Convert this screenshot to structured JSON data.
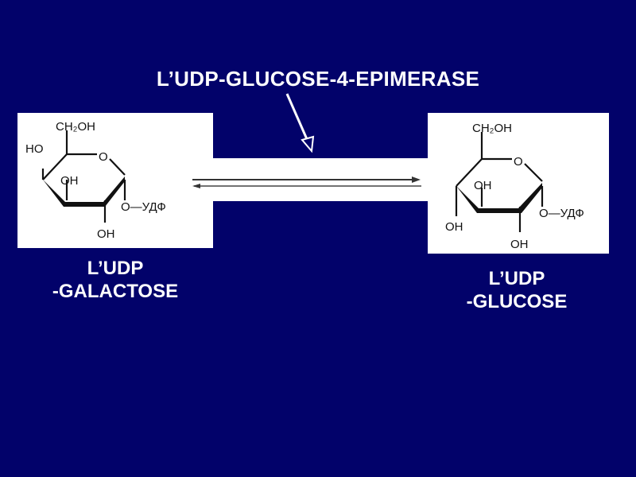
{
  "enzyme_label": "L’UDP-GLUCOSE-4-EPIMERASE",
  "substrate": {
    "label_line1": "L’UDP",
    "label_line2": "-GALACTOSE",
    "structure_labels": {
      "ch2oh": "CH₂OH",
      "ring_o": "O",
      "ho_top": "HO",
      "oh_mid": "OH",
      "o_udf": "O—УДФ",
      "oh_bottom": "OH"
    }
  },
  "product": {
    "label_line1": "L’UDP",
    "label_line2": "-GLUCOSE",
    "structure_labels": {
      "ch2oh": "CH₂OH",
      "ring_o": "O",
      "oh_mid": "OH",
      "oh_left": "OH",
      "o_udf": "O—УДФ",
      "oh_bottom": "OH"
    }
  },
  "reaction": {
    "arrow_type": "reversible-equilibrium-arrow",
    "enzyme_pointer": "arrow-icon"
  },
  "colors": {
    "background": "#02026a",
    "text": "#ffffff",
    "panel": "#ffffff",
    "ink": "#111111"
  }
}
